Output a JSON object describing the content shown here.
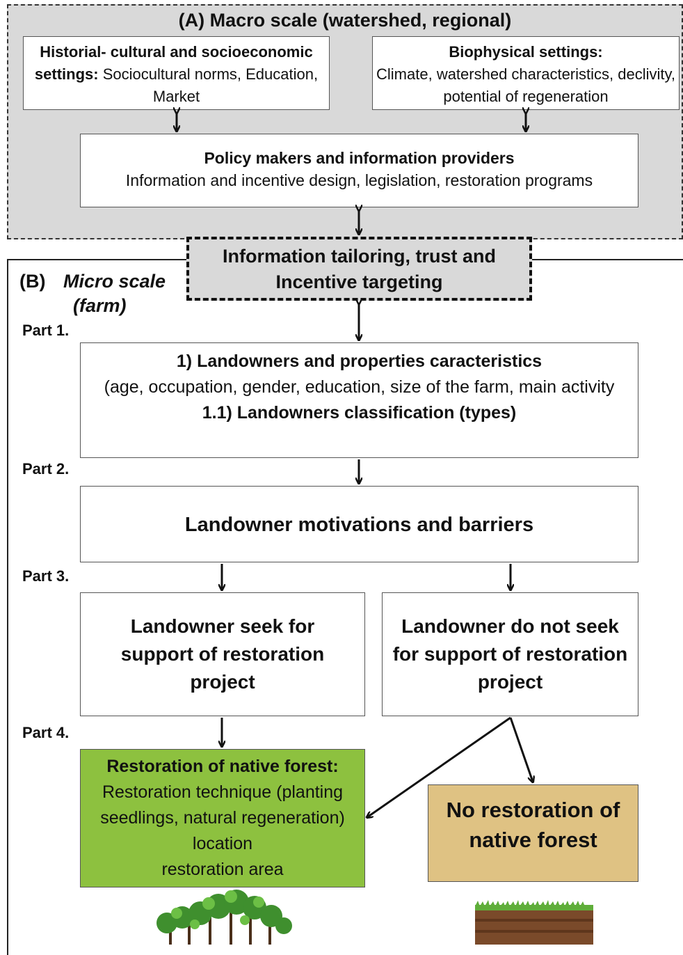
{
  "macro": {
    "title": "(A)  Macro scale (watershed, regional)",
    "historical": {
      "bold": "Historial- cultural and socioeconomic settings:",
      "text": " Sociocultural norms, Education, Market"
    },
    "biophysical": {
      "bold": "Biophysical settings:",
      "text": "Climate, watershed characteristics, declivity, potential of regeneration"
    },
    "policy": {
      "title": "Policy makers and information providers",
      "text": "Information and incentive design, legislation, restoration programs"
    }
  },
  "tailoring": {
    "line1": "Information tailoring, trust and",
    "line2": "Incentive targeting"
  },
  "micro": {
    "label_letter": "(B)",
    "label_title": "Micro scale",
    "label_sub": "(farm)",
    "parts": [
      "Part 1.",
      "Part 2.",
      "Part 3.",
      "Part 4."
    ],
    "characteristics": {
      "title": "1) Landowners and properties caracteristics",
      "text": "(age, occupation, gender, education, size of the farm, main activity",
      "classification": "1.1) Landowners classification (types)"
    },
    "motivations": "Landowner motivations and barriers",
    "seek": "Landowner seek for support of restoration project",
    "not_seek": "Landowner do not seek for support of restoration project",
    "restoration": {
      "title": "Restoration of native forest:",
      "lines": [
        "Restoration technique (planting seedlings, natural regeneration)",
        "location",
        "restoration area"
      ]
    },
    "no_restoration": "No restoration of native forest"
  },
  "colors": {
    "macro_bg": "#d9d9d9",
    "restoration": "#8dc13f",
    "no_restoration": "#dfc283",
    "soil": "#7a4a2a",
    "grass": "#5fae3a",
    "tree": "#3f8f2e"
  },
  "icons": [
    "trees-icon",
    "soil-grass-icon"
  ]
}
